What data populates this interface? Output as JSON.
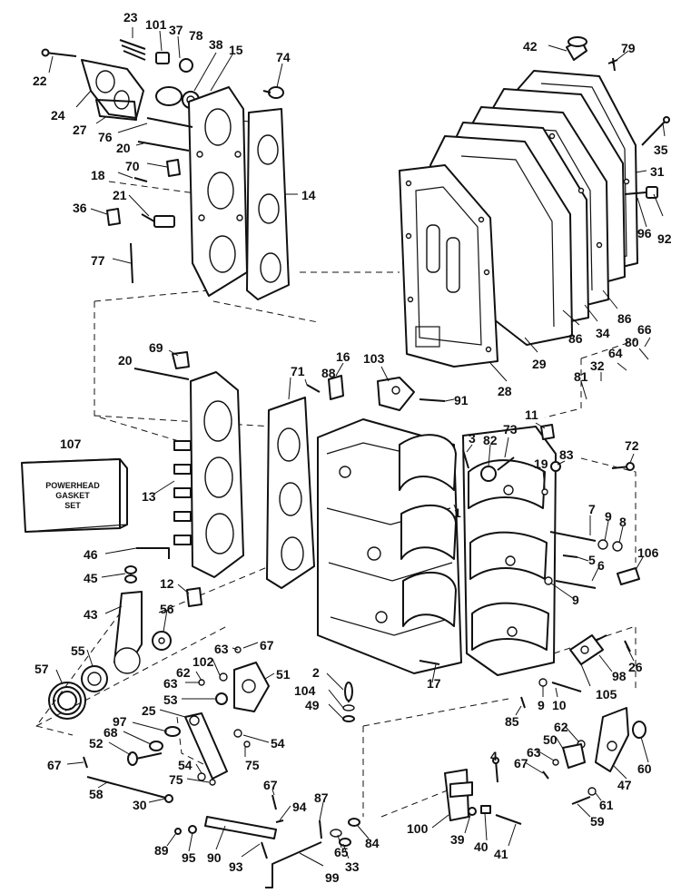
{
  "kit_box": {
    "number": "107",
    "line1": "POWERHEAD",
    "line2": "GASKET",
    "line3": "SET"
  },
  "callouts": [
    {
      "n": "23"
    },
    {
      "n": "101"
    },
    {
      "n": "37"
    },
    {
      "n": "78"
    },
    {
      "n": "38"
    },
    {
      "n": "15"
    },
    {
      "n": "74"
    },
    {
      "n": "22"
    },
    {
      "n": "24"
    },
    {
      "n": "27"
    },
    {
      "n": "76"
    },
    {
      "n": "20"
    },
    {
      "n": "70"
    },
    {
      "n": "18"
    },
    {
      "n": "21"
    },
    {
      "n": "36"
    },
    {
      "n": "14"
    },
    {
      "n": "77"
    },
    {
      "n": "42"
    },
    {
      "n": "79"
    },
    {
      "n": "35"
    },
    {
      "n": "31"
    },
    {
      "n": "96"
    },
    {
      "n": "92"
    },
    {
      "n": "86"
    },
    {
      "n": "34"
    },
    {
      "n": "86"
    },
    {
      "n": "29"
    },
    {
      "n": "28"
    },
    {
      "n": "66"
    },
    {
      "n": "80"
    },
    {
      "n": "64"
    },
    {
      "n": "32"
    },
    {
      "n": "81"
    },
    {
      "n": "69"
    },
    {
      "n": "20"
    },
    {
      "n": "71"
    },
    {
      "n": "88"
    },
    {
      "n": "16"
    },
    {
      "n": "103"
    },
    {
      "n": "91"
    },
    {
      "n": "11"
    },
    {
      "n": "73"
    },
    {
      "n": "3"
    },
    {
      "n": "82"
    },
    {
      "n": "83"
    },
    {
      "n": "19"
    },
    {
      "n": "72"
    },
    {
      "n": "107"
    },
    {
      "n": "13"
    },
    {
      "n": "1"
    },
    {
      "n": "7"
    },
    {
      "n": "9"
    },
    {
      "n": "8"
    },
    {
      "n": "5"
    },
    {
      "n": "6"
    },
    {
      "n": "106"
    },
    {
      "n": "9"
    },
    {
      "n": "46"
    },
    {
      "n": "45"
    },
    {
      "n": "12"
    },
    {
      "n": "43"
    },
    {
      "n": "56"
    },
    {
      "n": "63"
    },
    {
      "n": "67"
    },
    {
      "n": "102"
    },
    {
      "n": "62"
    },
    {
      "n": "63"
    },
    {
      "n": "51"
    },
    {
      "n": "55"
    },
    {
      "n": "57"
    },
    {
      "n": "53"
    },
    {
      "n": "25"
    },
    {
      "n": "97"
    },
    {
      "n": "68"
    },
    {
      "n": "52"
    },
    {
      "n": "67"
    },
    {
      "n": "54"
    },
    {
      "n": "75"
    },
    {
      "n": "54"
    },
    {
      "n": "75"
    },
    {
      "n": "2"
    },
    {
      "n": "104"
    },
    {
      "n": "49"
    },
    {
      "n": "17"
    },
    {
      "n": "98"
    },
    {
      "n": "26"
    },
    {
      "n": "105"
    },
    {
      "n": "9"
    },
    {
      "n": "10"
    },
    {
      "n": "85"
    },
    {
      "n": "62"
    },
    {
      "n": "50"
    },
    {
      "n": "63"
    },
    {
      "n": "67"
    },
    {
      "n": "60"
    },
    {
      "n": "47"
    },
    {
      "n": "4"
    },
    {
      "n": "58"
    },
    {
      "n": "30"
    },
    {
      "n": "67"
    },
    {
      "n": "94"
    },
    {
      "n": "87"
    },
    {
      "n": "100"
    },
    {
      "n": "39"
    },
    {
      "n": "40"
    },
    {
      "n": "41"
    },
    {
      "n": "84"
    },
    {
      "n": "61"
    },
    {
      "n": "59"
    },
    {
      "n": "89"
    },
    {
      "n": "95"
    },
    {
      "n": "90"
    },
    {
      "n": "93"
    },
    {
      "n": "33"
    },
    {
      "n": "65"
    },
    {
      "n": "99"
    }
  ]
}
